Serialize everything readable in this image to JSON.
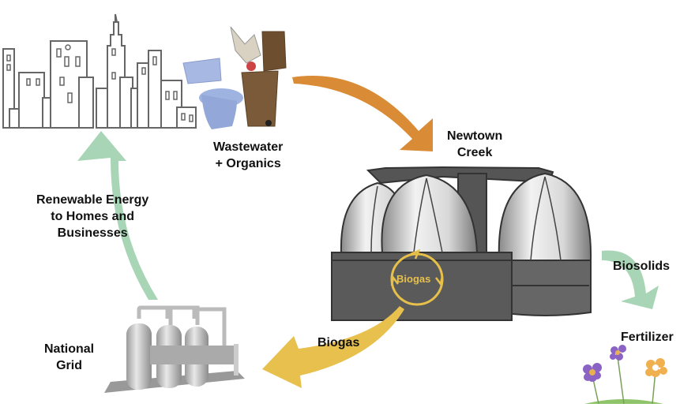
{
  "labels": {
    "wastewater": "Wastewater\n+ Organics",
    "wastewater_line1": "Wastewater",
    "wastewater_line2": "+ Organics",
    "newtown_line1": "Newtown",
    "newtown_line2": "Creek",
    "renewable_line1": "Renewable Energy",
    "renewable_line2": "to Homes and",
    "renewable_line3": "Businesses",
    "national_line1": "National",
    "national_line2": "Grid",
    "biogas_inner": "Biogas",
    "biogas_arrow": "Biogas",
    "biosolids": "Biosolids",
    "fertilizer": "Fertilizer"
  },
  "icons": [
    "city-skyline-icon",
    "toilet-icon",
    "organics-bin-icon",
    "digester-eggs-icon",
    "biogas-cycle-icon",
    "gas-processing-plant-icon",
    "flowers-icon"
  ],
  "colors": {
    "orange_arrow": "#d98c35",
    "green_arrow": "#a8d5b5",
    "yellow_arrow": "#e8c04e",
    "digester_dark": "#555555",
    "outline_gray": "#666666",
    "toilet_blue": "#9fb3e0",
    "bin_brown": "#7a5a38"
  }
}
